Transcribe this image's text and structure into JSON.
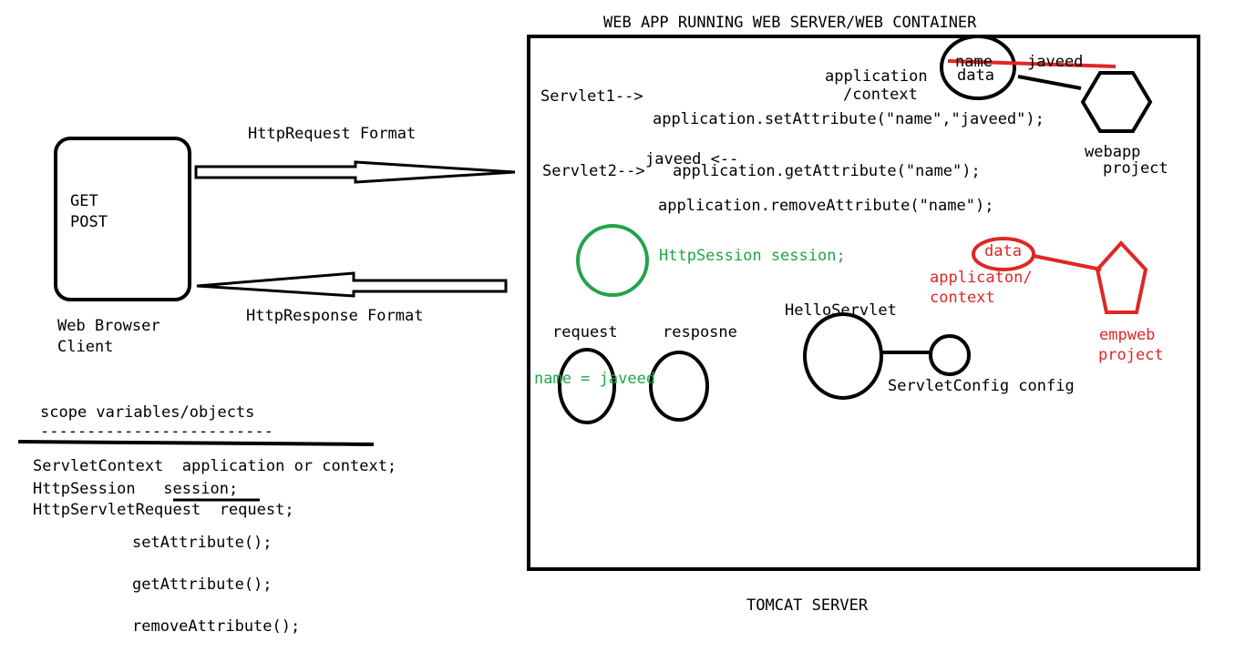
{
  "header": {
    "title": "WEB APP RUNNING WEB SERVER/WEB CONTAINER"
  },
  "client": {
    "methods": [
      "GET",
      "POST"
    ],
    "caption": [
      "Web Browser",
      "Client"
    ]
  },
  "arrows": {
    "request_label": "HttpRequest Format",
    "response_label": "HttpResponse Format"
  },
  "server": {
    "servlet1": "Servlet1-->",
    "set_attr": "application.setAttribute(\"name\",\"javeed\");",
    "javeed_return": "javeed <--",
    "servlet2": "Servlet2-->",
    "get_attr": "application.getAttribute(\"name\");",
    "remove_attr": "application.removeAttribute(\"name\");",
    "app_context": [
      "application",
      "/context"
    ],
    "name_label": "name",
    "data_label": "data",
    "javeed_value": "javeed",
    "webapp_project": [
      "webapp",
      "project"
    ],
    "session_decl": "HttpSession session;",
    "red_data": "data",
    "red_context": [
      "applicaton/",
      "context"
    ],
    "empweb_project": [
      "empweb",
      "project"
    ],
    "request_label": "request",
    "response_label": "resposne",
    "name_equals": "name = javeed",
    "hello_servlet": "HelloServlet",
    "servlet_config": "ServletConfig config",
    "footer": "TOMCAT SERVER"
  },
  "scope": {
    "heading": "scope variables/objects",
    "dashes": "-------------------------",
    "decl_context": "ServletContext  application or context;",
    "decl_session_type": "HttpSession   ",
    "decl_session_var": "session;",
    "decl_request": "HttpServletRequest  request;",
    "methods": [
      "setAttribute();",
      "getAttribute();",
      "removeAttribute();"
    ]
  },
  "colors": {
    "ink": "#000000",
    "green": "#22a447",
    "red": "#e02626"
  }
}
